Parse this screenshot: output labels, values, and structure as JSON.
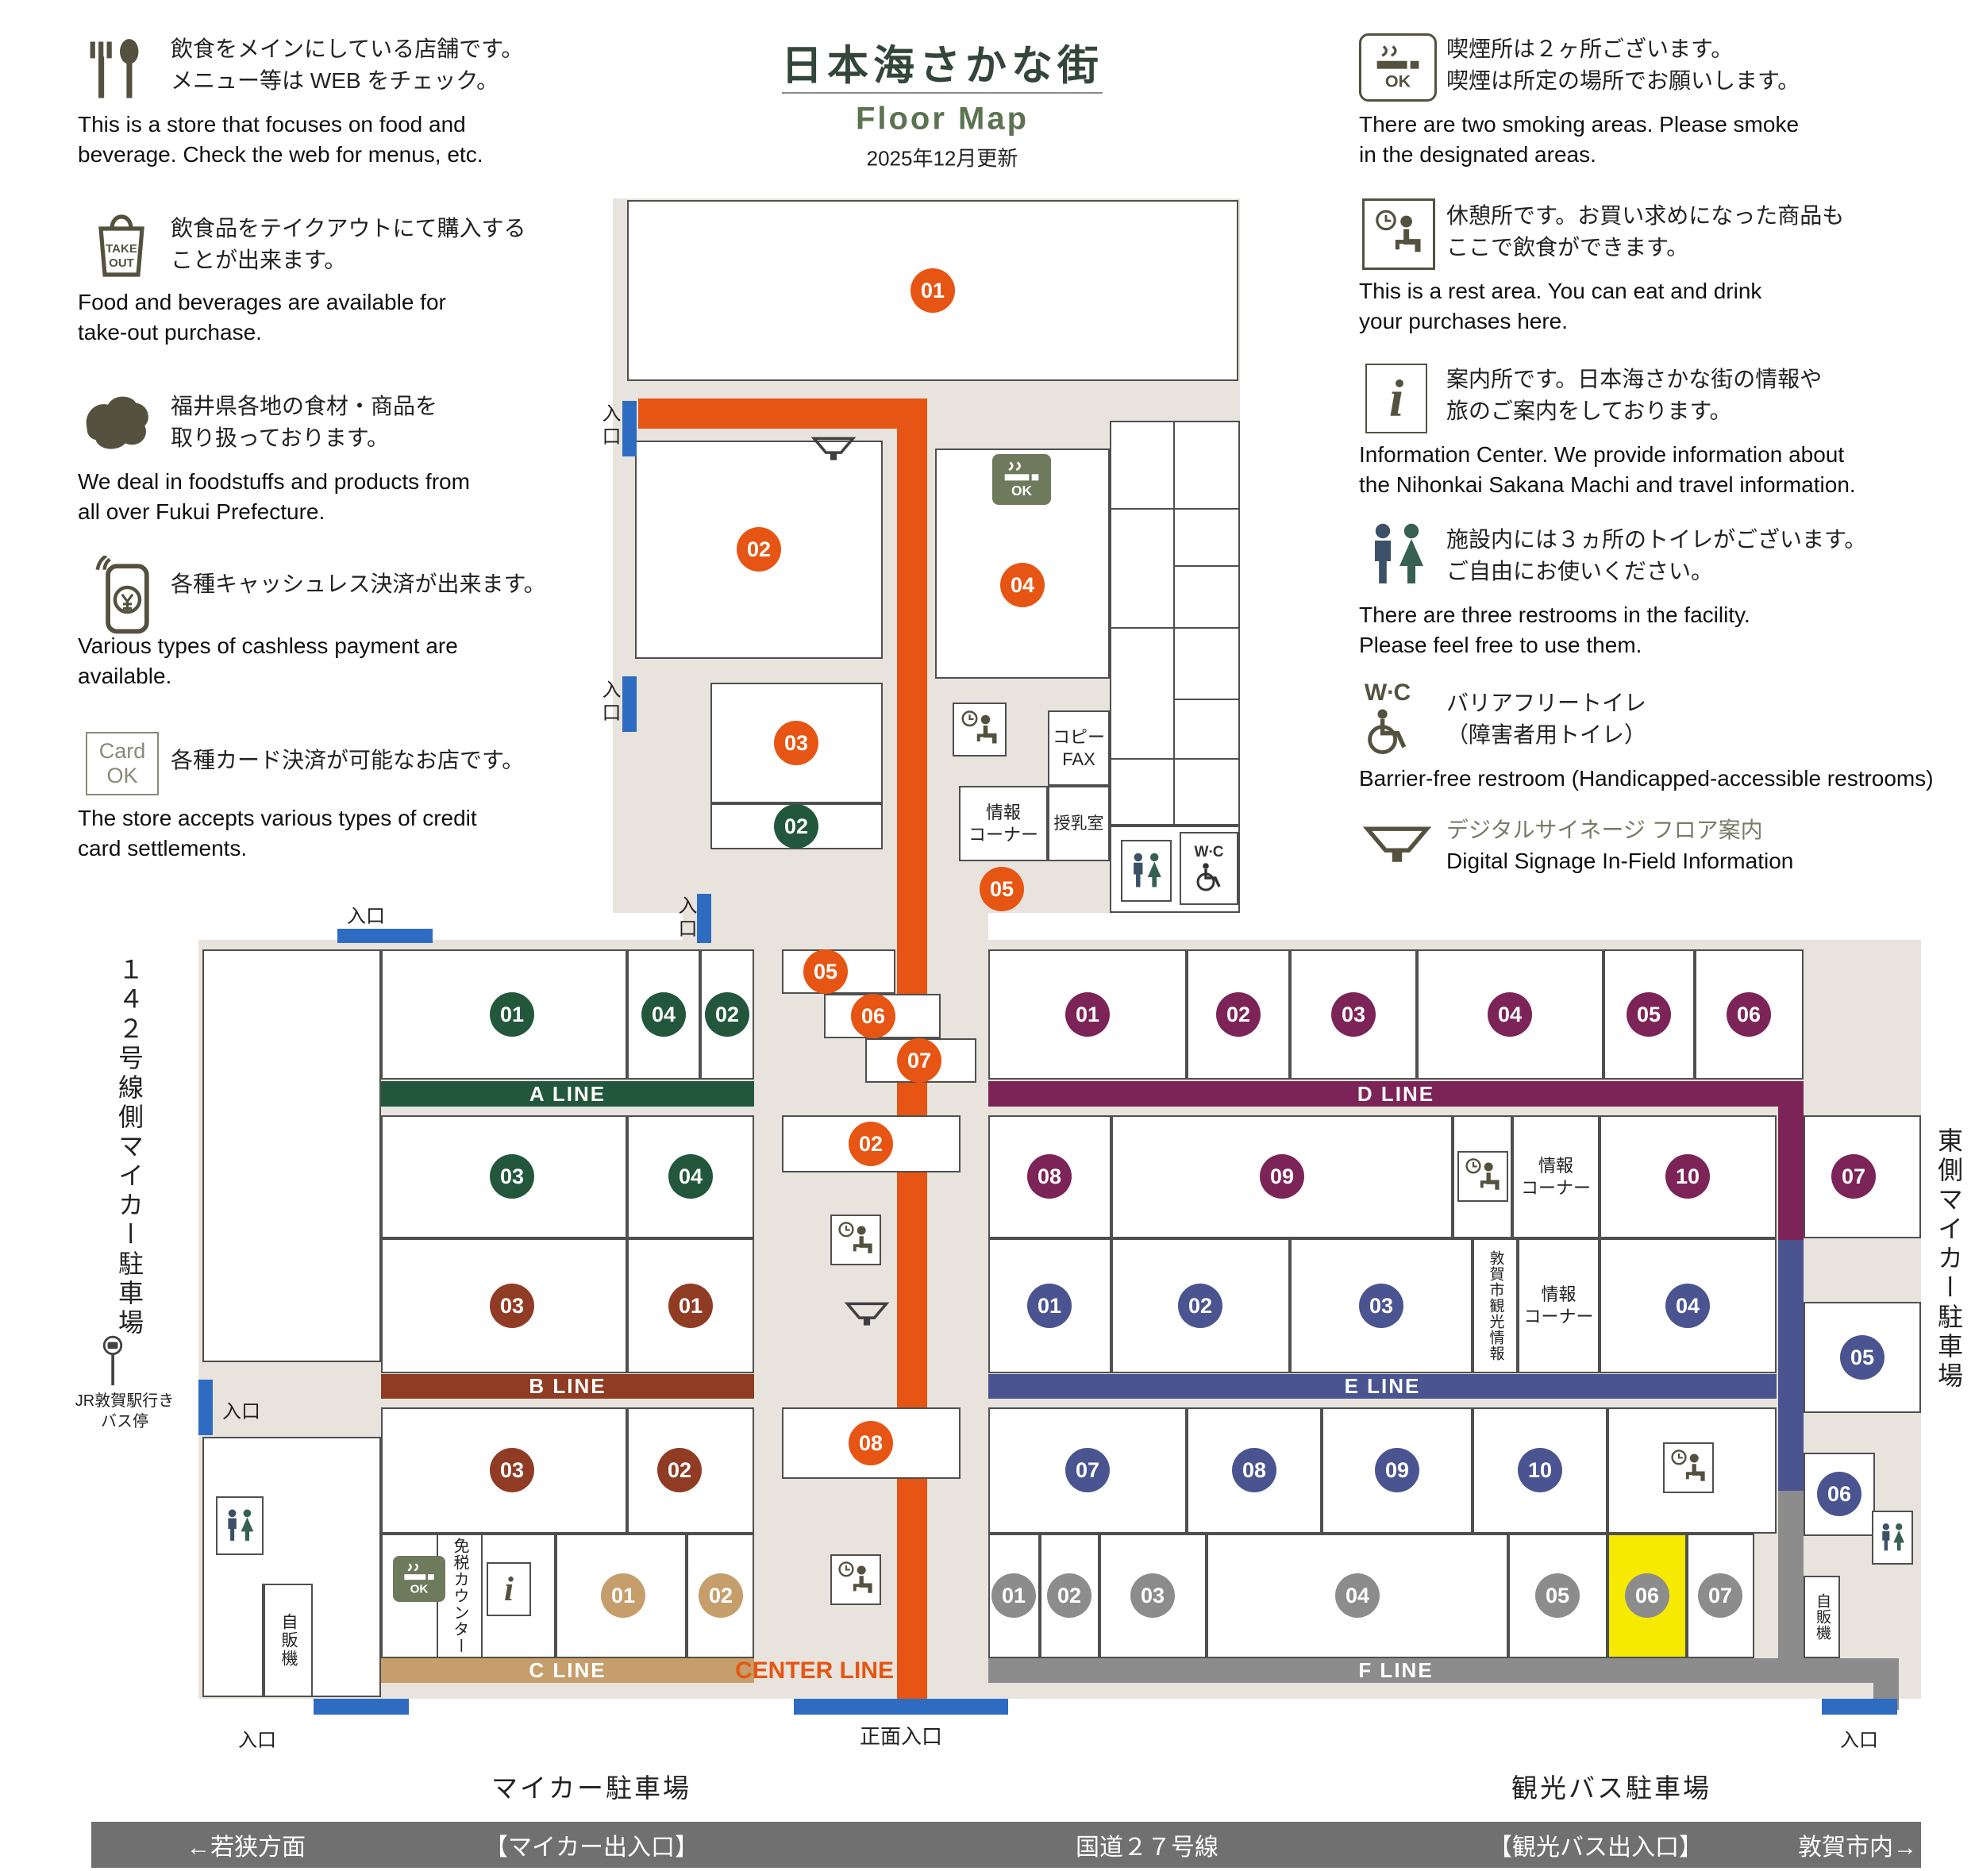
{
  "header": {
    "title": "日本海さかな街",
    "subtitle": "Floor Map",
    "updated": "2025年12月更新"
  },
  "legend_left": {
    "items": [
      {
        "jp": [
          "飲食をメインにしている店舗です。",
          "メニュー等は WEB をチェック。"
        ],
        "en": [
          "This is a store that focuses on food and",
          "beverage. Check the web for menus, etc."
        ]
      },
      {
        "jp": [
          "飲食品をテイクアウトにて購入する",
          "ことが出来ます。"
        ],
        "en": [
          "Food and beverages are available for",
          "take-out purchase."
        ]
      },
      {
        "jp": [
          "福井県各地の食材・商品を",
          "取り扱っております。"
        ],
        "en": [
          "We deal in foodstuffs and products from",
          "all over Fukui Prefecture."
        ]
      },
      {
        "jp": [
          "各種キャッシュレス決済が出来ます。"
        ],
        "en": [
          "Various types of cashless payment are",
          "available."
        ]
      },
      {
        "jp": [
          "各種カード決済が可能なお店です。"
        ],
        "en": [
          "The store accepts various types of credit",
          "card settlements."
        ]
      }
    ]
  },
  "legend_right": {
    "items": [
      {
        "jp": [
          "喫煙所は２ヶ所ございます。",
          "喫煙は所定の場所でお願いします。"
        ],
        "en": [
          "There are two smoking areas. Please smoke",
          "in the designated areas."
        ]
      },
      {
        "jp": [
          "休憩所です。お買い求めになった商品も",
          "ここで飲食ができます。"
        ],
        "en": [
          "This is a rest area. You can eat and drink",
          "your purchases here."
        ]
      },
      {
        "jp": [
          "案内所です。日本海さかな街の情報や",
          "旅のご案内をしております。"
        ],
        "en": [
          "Information Center. We provide information about",
          "the Nihonkai Sakana Machi and travel information."
        ]
      },
      {
        "jp": [
          "施設内には３ヵ所のトイレがございます。",
          "ご自由にお使いください。"
        ],
        "en": [
          "There are three restrooms in the facility.",
          "Please feel free to use them."
        ]
      },
      {
        "jp": [
          "バリアフリートイレ",
          "（障害者用トイレ）"
        ],
        "en": [
          "Barrier-free restroom (Handicapped-accessible restrooms)"
        ]
      },
      {
        "jp": [
          "デジタルサイネージ フロア案内"
        ],
        "en": [
          "Digital Signage In-Field Information"
        ]
      }
    ]
  },
  "lines": {
    "a": "A LINE",
    "b": "B LINE",
    "c": "C LINE",
    "d": "D LINE",
    "e": "E LINE",
    "f": "F LINE",
    "center": "CENTER LINE"
  },
  "stores": {
    "top": [
      "01",
      "02",
      "03",
      "04",
      "05"
    ],
    "top_green": "02",
    "center": [
      "05",
      "06",
      "07",
      "02",
      "08"
    ],
    "a": [
      "01",
      "04",
      "02",
      "03",
      "04"
    ],
    "b": [
      "03",
      "01",
      "03",
      "02"
    ],
    "c": [
      "01",
      "02"
    ],
    "d": [
      "01",
      "02",
      "03",
      "04",
      "05",
      "06",
      "08",
      "09",
      "10",
      "07"
    ],
    "e": [
      "01",
      "02",
      "03",
      "04",
      "07",
      "08",
      "09",
      "10",
      "05",
      "06"
    ],
    "f": [
      "01",
      "02",
      "03",
      "04",
      "05",
      "06",
      "07"
    ]
  },
  "labels": {
    "entrance": "入口",
    "main_entrance": "正面入口",
    "car_parking": "マイカー駐車場",
    "bus_parking": "観光バス駐車場",
    "left_parking": "１４２号線側マイカー駐車場",
    "right_parking": "東側マイカー駐車場",
    "bus_stop": [
      "JR敦賀駅行き",
      "バス停"
    ],
    "copy": "コピー",
    "fax": "FAX",
    "info_corner": [
      "情報",
      "コーナー"
    ],
    "nursing": "授乳室",
    "tourist_info": "敦賀市観光情報",
    "duty_free": "免税カウンター",
    "vending": "自販機",
    "smoking_ok": "OK",
    "card": [
      "Card",
      "OK"
    ],
    "take": [
      "TAKE",
      "OUT"
    ],
    "wc": "W∙C",
    "info_i": "i"
  },
  "bottom_bar": {
    "items": [
      "←若狭方面",
      "【マイカー出入口】",
      "国道２７号線",
      "【観光バス出入口】",
      "敦賀市内→"
    ]
  },
  "palette": {
    "orange": "#e65513",
    "green": "#23573c",
    "brown": "#903c25",
    "tan": "#c59e6b",
    "purple": "#7c2458",
    "navy": "#4a5490",
    "gray": "#8c8c8c",
    "yellow": "#f6ea00",
    "blue": "#2e6cc2",
    "beige": "#e8e4dd"
  }
}
